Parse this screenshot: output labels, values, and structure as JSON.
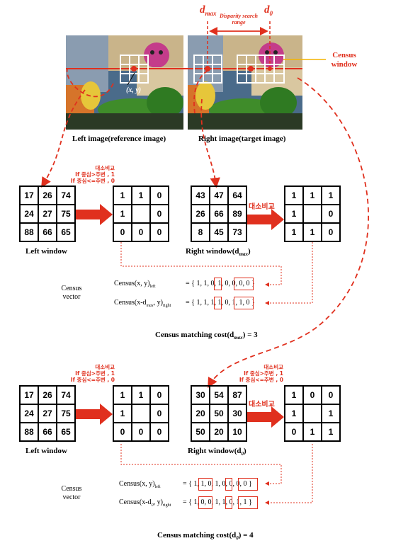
{
  "top": {
    "dmax_label": "d",
    "dmax_sub": "max",
    "d0_label": "d",
    "d0_sub": "0",
    "disparity_label": "Disparity search range",
    "census_window_label": "Census window",
    "xy_label": "(x, y)",
    "left_caption": "Left image(reference image)",
    "right_caption": "Right image(target image)"
  },
  "section1": {
    "note_lines": [
      "대소비교",
      "If 중심>주변 , 1",
      "If 중심<=주변 , 0"
    ],
    "compare_label": "대소비교",
    "left_window": [
      "17",
      "26",
      "74",
      "24",
      "27",
      "75",
      "88",
      "66",
      "65"
    ],
    "left_bits": [
      "1",
      "1",
      "0",
      "1",
      "",
      "0",
      "0",
      "0",
      "0"
    ],
    "right_window": [
      "43",
      "47",
      "64",
      "26",
      "66",
      "89",
      "8",
      "45",
      "73"
    ],
    "right_bits": [
      "1",
      "1",
      "1",
      "1",
      "",
      "0",
      "1",
      "1",
      "0"
    ],
    "left_window_caption": "Left window",
    "right_window_caption": "Right window(d",
    "right_window_sub": "max",
    "census_vector_label": "Census vector",
    "census_left_label": "Census(x, y)",
    "census_left_sub": "left",
    "census_left_vec": "= { 1, 1, 0, 1, 0, 0, 0, 0 }",
    "census_right_label": "Census(x-d",
    "census_right_sub1": "max",
    "census_right_mid": ", y)",
    "census_right_sub2": "right",
    "census_right_vec": "= { 1, 1, 1, 1, 0, 1, 1, 0 }",
    "cost_text": "Census matching cost(d",
    "cost_sub": "max",
    "cost_val": ") = 3"
  },
  "section2": {
    "note_lines": [
      "대소비교",
      "If 중심>주변 , 1",
      "If 중심<=주변 , 0"
    ],
    "compare_label": "대소비교",
    "left_window": [
      "17",
      "26",
      "74",
      "24",
      "27",
      "75",
      "88",
      "66",
      "65"
    ],
    "left_bits": [
      "1",
      "1",
      "0",
      "1",
      "",
      "0",
      "0",
      "0",
      "0"
    ],
    "right_window": [
      "30",
      "54",
      "87",
      "20",
      "50",
      "30",
      "50",
      "20",
      "10"
    ],
    "right_bits": [
      "1",
      "0",
      "0",
      "1",
      "",
      "1",
      "0",
      "1",
      "1"
    ],
    "left_window_caption": "Left window",
    "right_window_caption": "Right window(d",
    "right_window_sub": "0",
    "census_vector_label": "Census vector",
    "census_left_label": "Census(x, y)",
    "census_left_sub": "left",
    "census_left_vec": "= { 1, 1, 0, 1, 0, 0, 0, 0 }",
    "census_right_label": "Census(x-d",
    "census_right_sub1": "0",
    "census_right_mid": ", y)",
    "census_right_sub2": "right",
    "census_right_vec": "= { 1, 0, 0, 1, 1, 0, 1, 1 }",
    "cost_text": "Census matching cost(d",
    "cost_sub": "0",
    "cost_val": ") = 4"
  },
  "colors": {
    "accent": "#e0301e"
  }
}
